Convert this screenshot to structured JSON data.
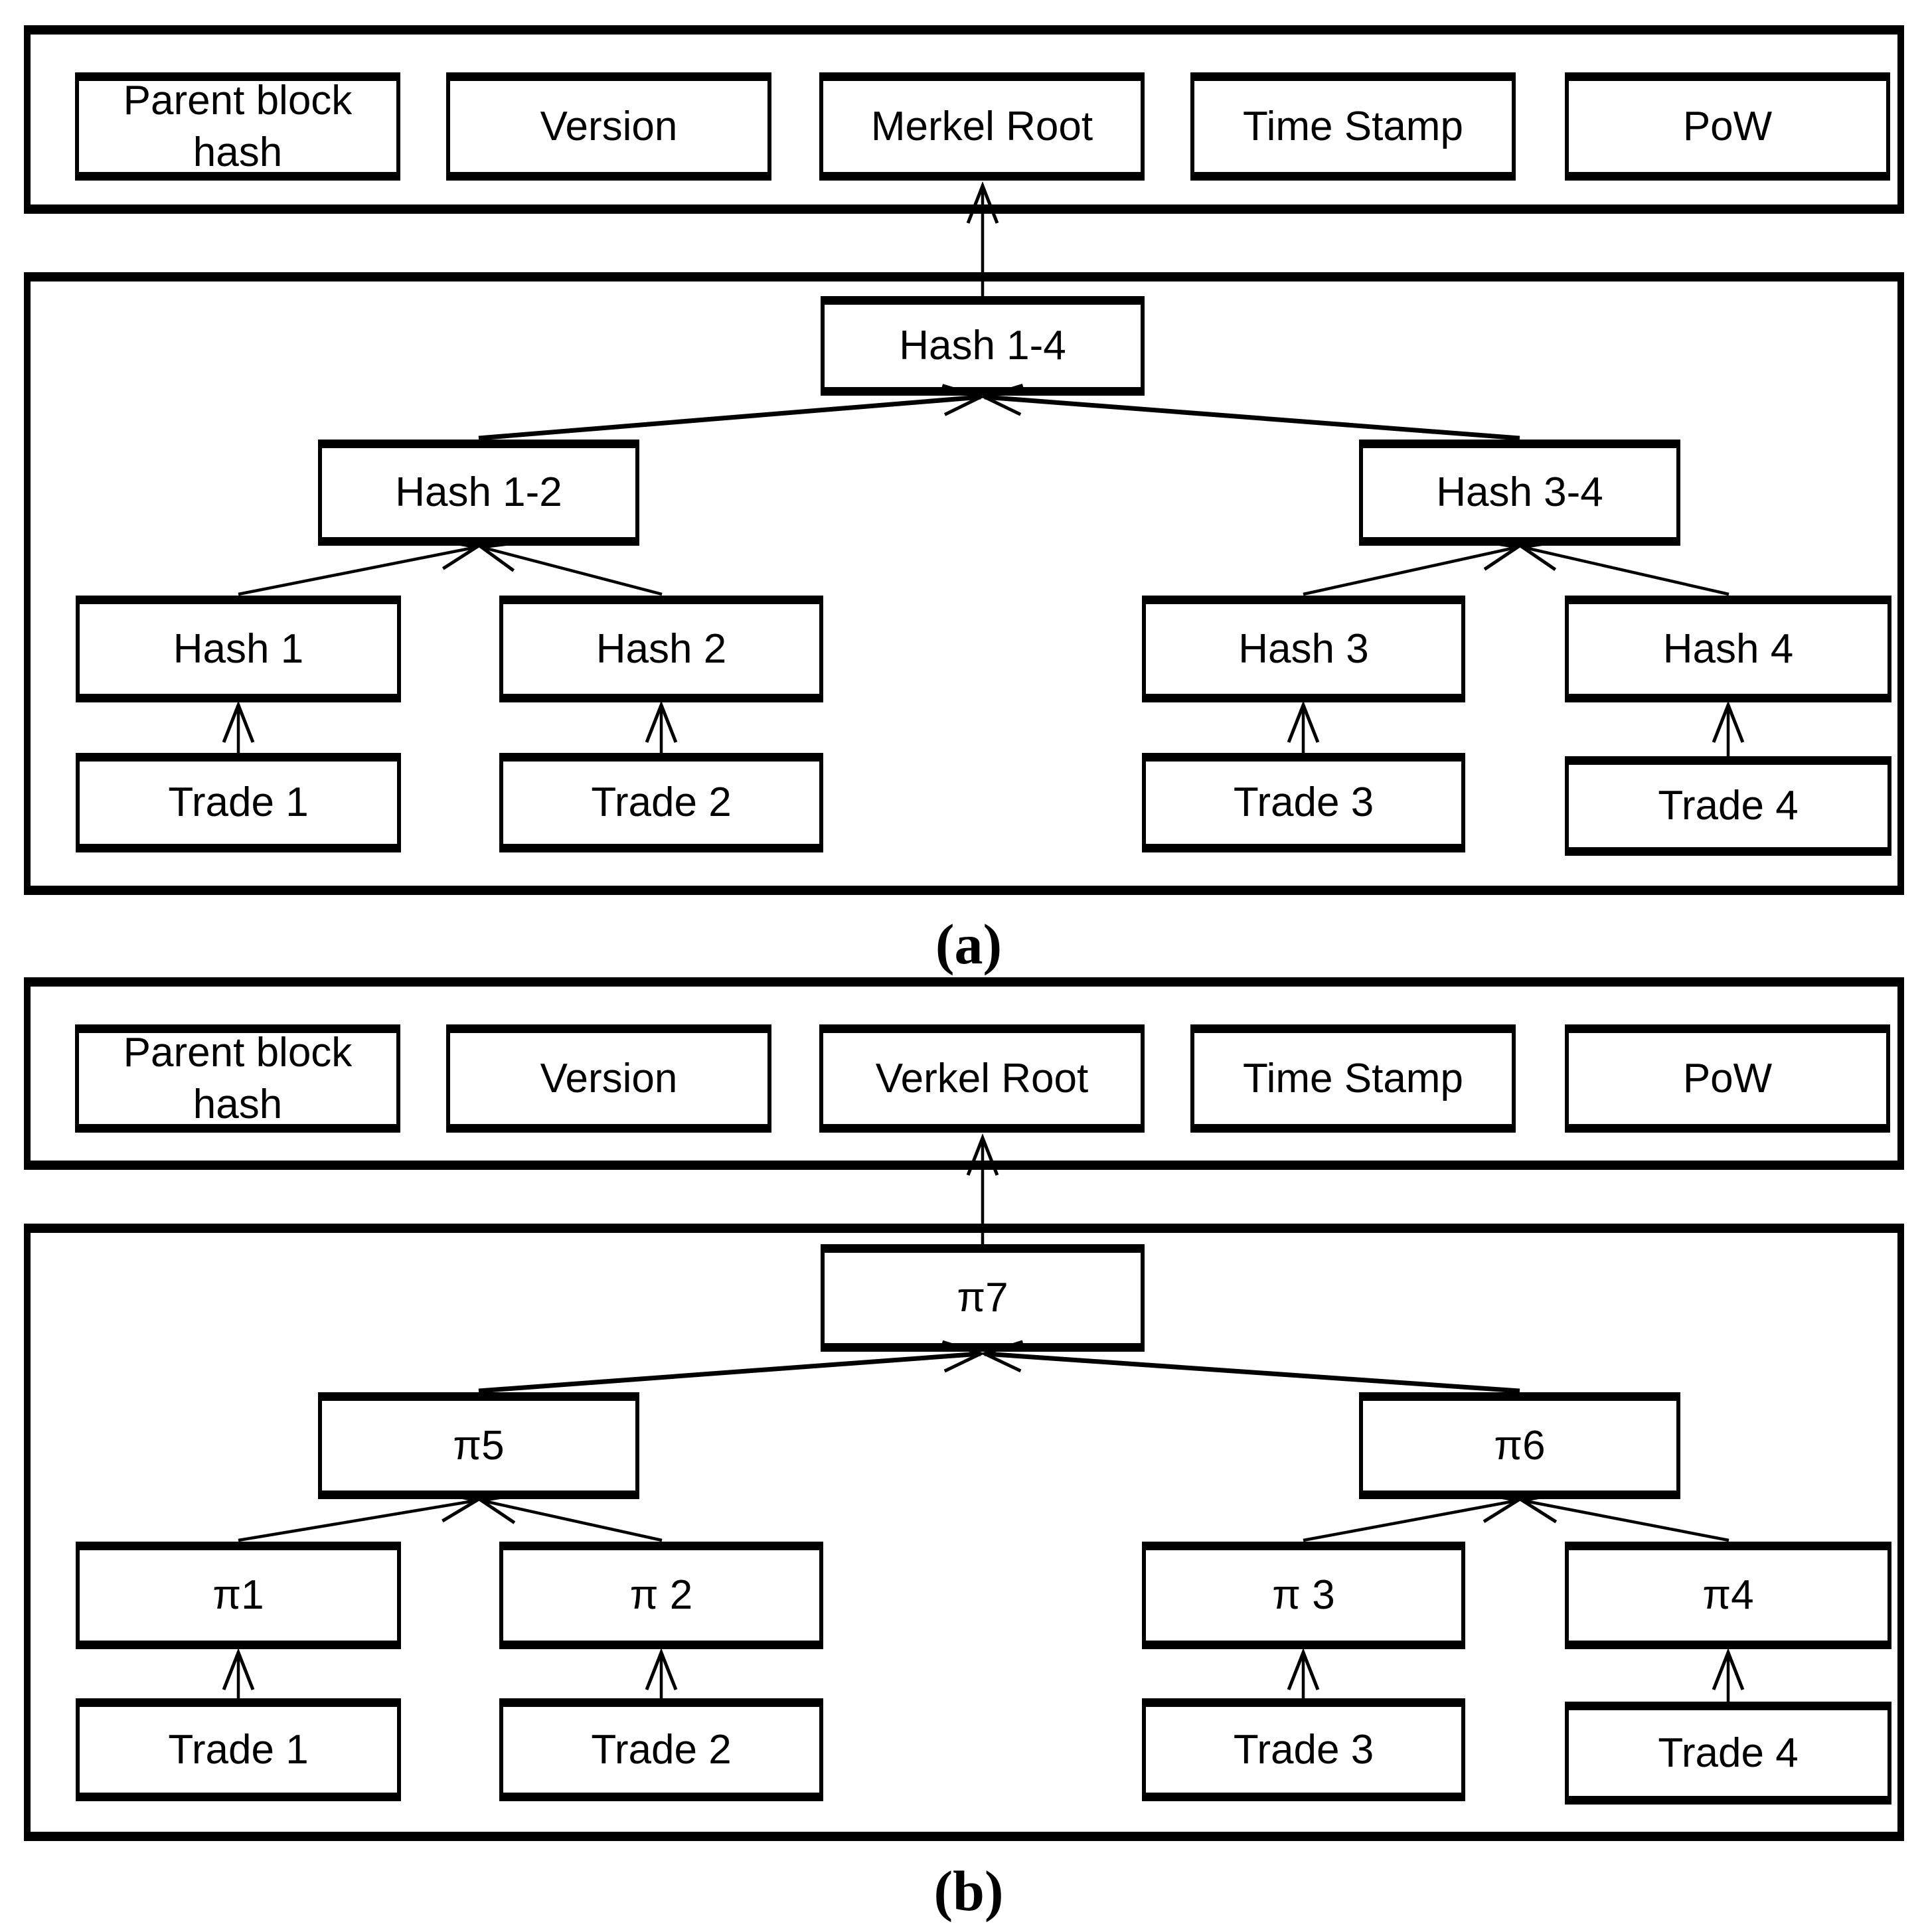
{
  "figure": {
    "colors": {
      "line": "#000000",
      "background": "#ffffff"
    },
    "panels": {
      "a": {
        "label": "(a)",
        "header": {
          "fields": [
            "Parent block hash",
            "Version",
            "Merkel Root",
            "Time Stamp",
            "PoW"
          ]
        },
        "tree": {
          "root": "Hash 1-4",
          "level2": [
            "Hash 1-2",
            "Hash 3-4"
          ],
          "level3": [
            "Hash 1",
            "Hash 2",
            "Hash 3",
            "Hash 4"
          ],
          "trades": [
            "Trade 1",
            "Trade 2",
            "Trade 3",
            "Trade 4"
          ]
        }
      },
      "b": {
        "label": "(b)",
        "header": {
          "fields": [
            "Parent block hash",
            "Version",
            "Verkel Root",
            "Time Stamp",
            "PoW"
          ]
        },
        "tree": {
          "root": "π7",
          "level2": [
            "π5",
            "π6"
          ],
          "level3": [
            "π1",
            "π 2",
            "π 3",
            "π4"
          ],
          "trades": [
            "Trade 1",
            "Trade 2",
            "Trade 3",
            "Trade 4"
          ]
        }
      }
    }
  }
}
